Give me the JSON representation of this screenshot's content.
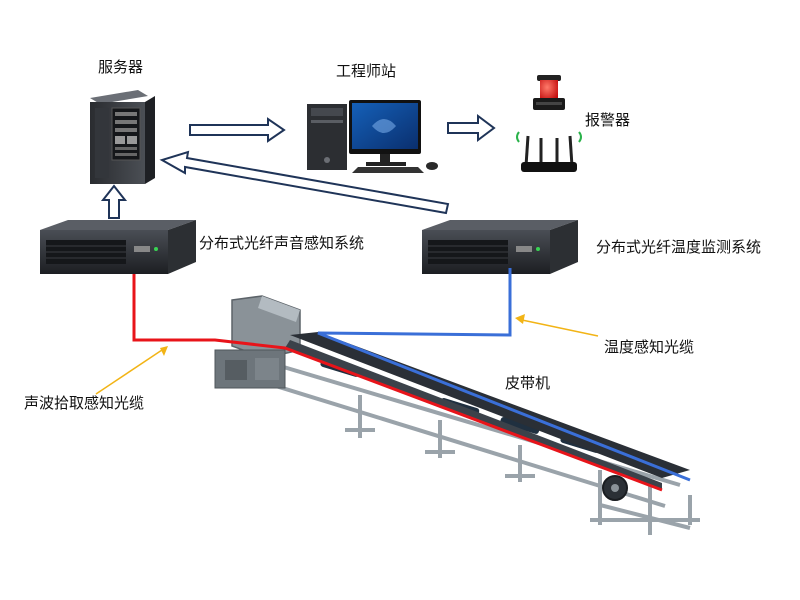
{
  "labels": {
    "server": "服务器",
    "workstation": "工程师站",
    "alarm": "报警器",
    "acoustic_system": "分布式光纤声音感知系统",
    "temp_system": "分布式光纤温度监测系统",
    "temp_cable": "温度感知光缆",
    "conveyor": "皮带机",
    "acoustic_cable": "声波拾取感知光缆"
  },
  "colors": {
    "acoustic_cable": "#e8141a",
    "temp_cable": "#3a6fd8",
    "pointer": "#f2b416",
    "arrow_outline": "#1f3458",
    "equipment": "#2b2e33",
    "belt": "#2a2f36",
    "frame": "#9aa3aa"
  }
}
